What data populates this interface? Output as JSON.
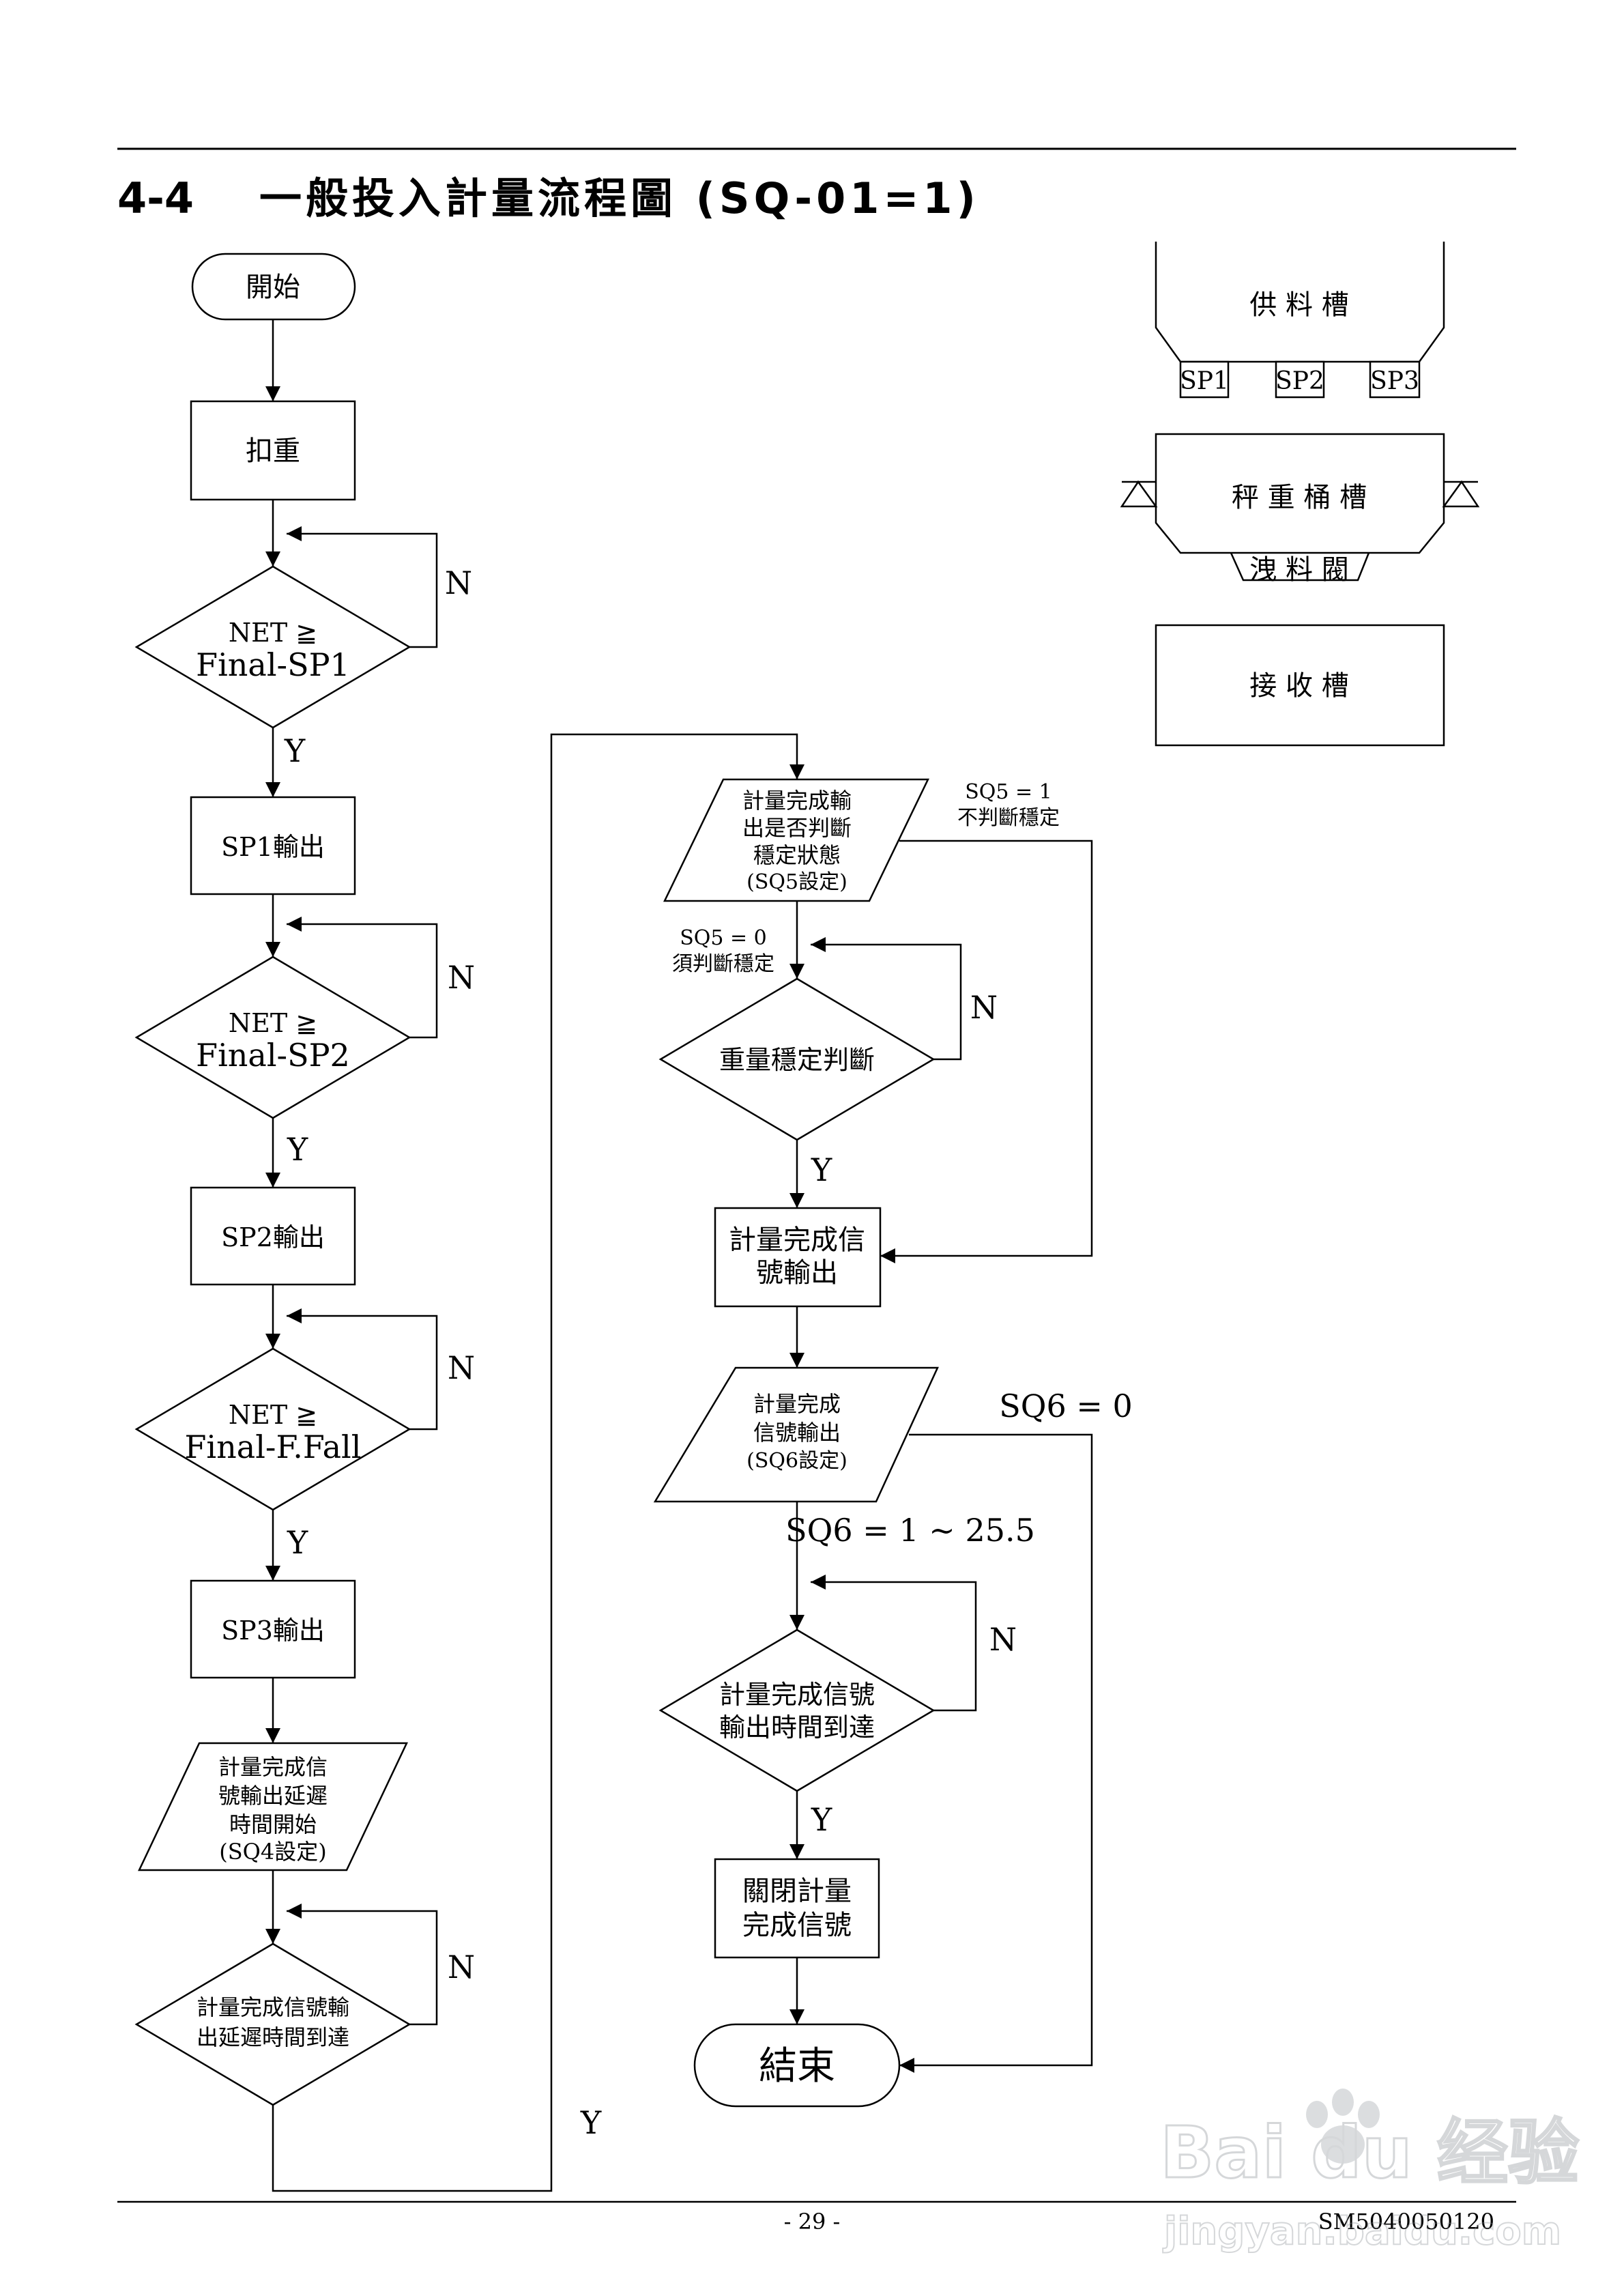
{
  "header": {
    "section_number": "4-4",
    "title": "一般投入計量流程圖 (SQ-01=1)"
  },
  "footer": {
    "page_number": "- 29 -",
    "doc_code": "SM5040050120"
  },
  "watermark": {
    "brand": "Bai du 经验",
    "url": "jingyan.baidu.com"
  },
  "flow": {
    "start": "開始",
    "tare": "扣重",
    "cond_sp1": [
      "NET ≧",
      "Final-SP1"
    ],
    "sp1_out": "SP1輸出",
    "cond_sp2": [
      "NET ≧",
      "Final-SP2"
    ],
    "sp2_out": "SP2輸出",
    "cond_ff": [
      "NET ≧",
      "Final-F.Fall"
    ],
    "sp3_out": "SP3輸出",
    "delay_start": [
      "計量完成信",
      "號輸出延遲",
      "時間開始",
      "(SQ4設定)"
    ],
    "delay_reached": [
      "計量完成信號輸",
      "出延遲時間到達"
    ],
    "stable_check": [
      "計量完成輸",
      "出是否判斷",
      "穩定狀態",
      "(SQ5設定)"
    ],
    "sq5_1": [
      "SQ5  =  1",
      "不判斷穩定"
    ],
    "sq5_0": [
      "SQ5  =  0",
      "須判斷穩定"
    ],
    "weight_stable": "重量穩定判斷",
    "signal_out": [
      "計量完成信",
      "號輸出"
    ],
    "sq6_set": [
      "計量完成",
      "信號輸出",
      "(SQ6設定)"
    ],
    "sq6_0": "SQ6 = 0",
    "sq6_range": "SQ6 = 1 ~ 25.5",
    "signal_time": [
      "計量完成信號",
      "輸出時間到達"
    ],
    "close_signal": [
      "關閉計量",
      "完成信號"
    ],
    "end": "結束",
    "yes": "Y",
    "no": "N"
  },
  "equipment": {
    "supply_tank": "供  料  槽",
    "sp_labels": [
      "SP1",
      "SP2",
      "SP3"
    ],
    "weigh_hopper": "秤  重  桶  槽",
    "discharge_valve": "洩  料  閥",
    "receive_tank": "接  收  槽"
  }
}
